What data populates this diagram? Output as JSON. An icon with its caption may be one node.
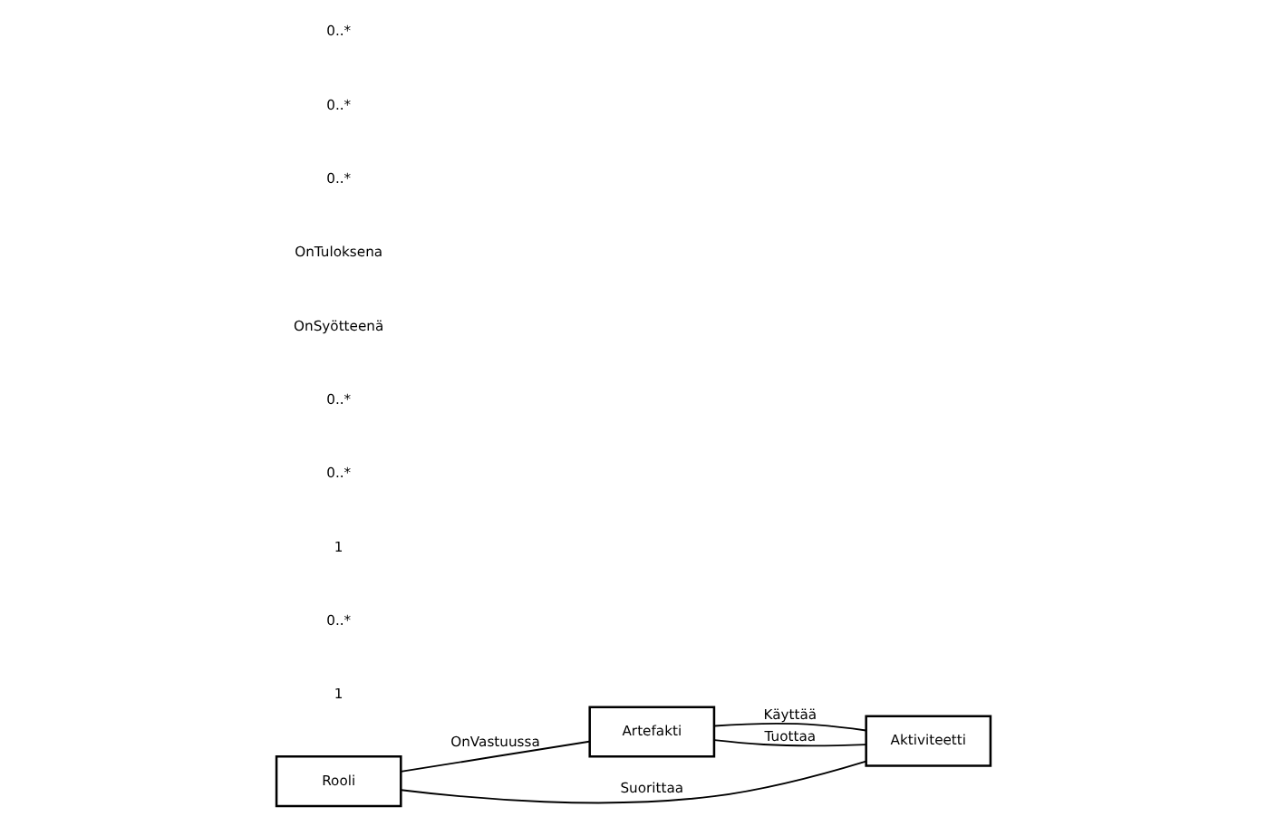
{
  "diagram": {
    "nodes": [
      {
        "text": [
          "Rooli"
        ]
      },
      {
        "text": [
          "Artefakti"
        ]
      },
      {
        "text": [
          "Aktiviteetti"
        ]
      }
    ],
    "edges": [
      {
        "from": 0,
        "to": 1,
        "arrow": "none",
        "label": "OnVastuussa"
      },
      {
        "from": 0,
        "to": 2,
        "arrow": "none",
        "label": "Suorittaa"
      },
      {
        "from": 1,
        "to": 2,
        "arrow": "none",
        "label": "Käyttää"
      },
      {
        "from": 1,
        "to": 2,
        "arrow": "none",
        "label": "Tuottaa"
      }
    ],
    "labels": [
      "1",
      "0..*",
      "1",
      "0..*",
      "0..*",
      "OnSyötteenä",
      "OnTuloksena",
      "0..*",
      "0..*",
      "0..*"
    ]
  }
}
